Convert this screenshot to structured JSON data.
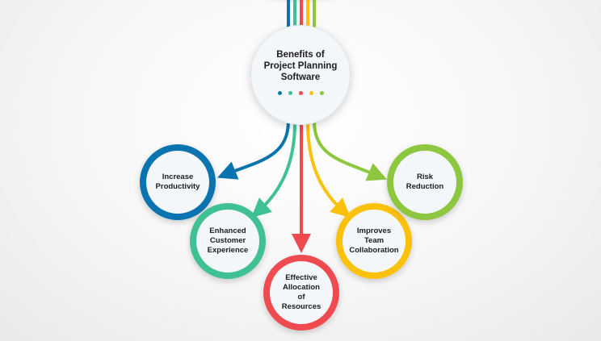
{
  "diagram": {
    "title": "Benefits of Project Planning Software",
    "title_lines": [
      "Benefits of",
      "Project Planning",
      "Software"
    ],
    "colors": {
      "blue": "#0a74b0",
      "green": "#3fc193",
      "red": "#ef4a50",
      "yellow": "#fcc10a",
      "lime": "#8dc63f"
    },
    "benefits": [
      {
        "label": "Increase Productivity",
        "color": "#0a74b0"
      },
      {
        "label": "Enhanced Customer Experience",
        "color": "#3fc193"
      },
      {
        "label": "Effective Allocation of Resources",
        "color": "#ef4a50"
      },
      {
        "label": "Improves Team Collaboration",
        "color": "#fcc10a"
      },
      {
        "label": "Risk Reduction",
        "color": "#8dc63f"
      }
    ]
  }
}
